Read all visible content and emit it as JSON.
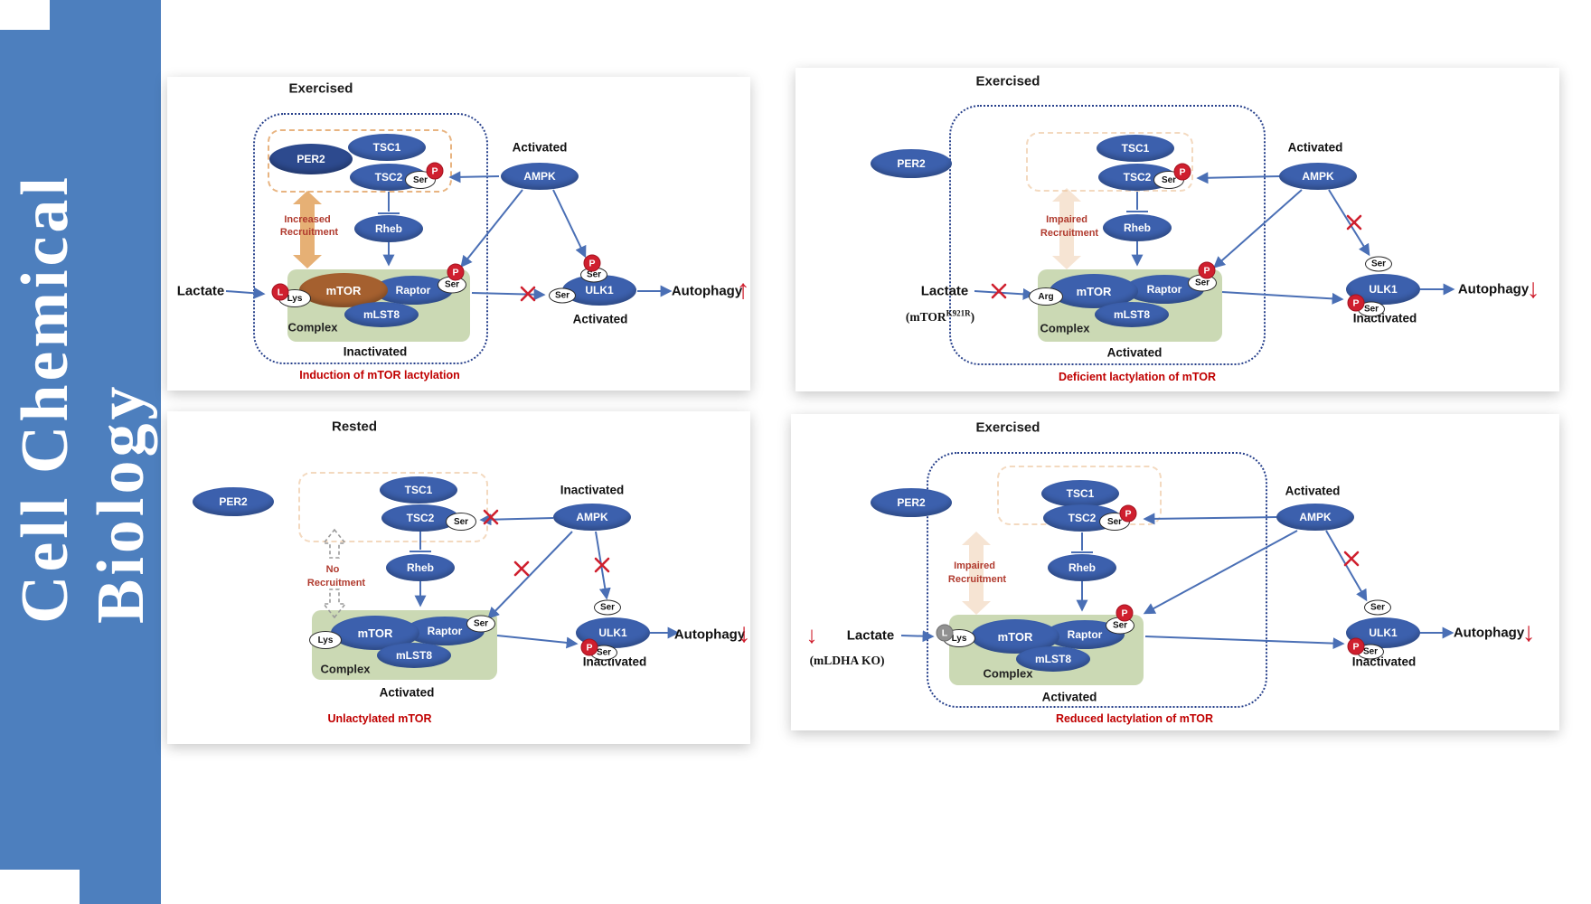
{
  "journal": {
    "line1": "Cell Chemical",
    "line2": "Biology"
  },
  "colors": {
    "band_blue": "#4d7fbe",
    "node_blue": "#3c60ad",
    "per2_dark_blue": "#2d4a8e",
    "mtor_brown": "#a5602f",
    "complex_green": "#cbd9b4",
    "phospho_red": "#cf1f2e",
    "caption_red": "#c00000",
    "arrow_blue": "#4a6fb5",
    "recruit_orange": "#e2a562"
  },
  "panels": [
    {
      "title": "Exercised",
      "per2": "PER2",
      "tsc1": "TSC1",
      "tsc2": "TSC2",
      "ampk": "AMPK",
      "ampk_state": "Activated",
      "rheb": "Rheb",
      "recruitment_line1": "Increased",
      "recruitment_line2": "Recruitment",
      "lactate": "Lactate",
      "l_badge": "L",
      "lys": "Lys",
      "mtor": "mTOR",
      "raptor": "Raptor",
      "mlst8": "mLST8",
      "complex": "Complex",
      "complex_state": "Inactivated",
      "ser": "Ser",
      "p": "P",
      "ulk1": "ULK1",
      "ulk1_state": "Activated",
      "autophagy": "Autophagy",
      "autophagy_arrow": "↑",
      "caption": "Induction of mTOR lactylation"
    },
    {
      "title": "Exercised",
      "per2": "PER2",
      "tsc1": "TSC1",
      "tsc2": "TSC2",
      "ampk": "AMPK",
      "ampk_state": "Activated",
      "rheb": "Rheb",
      "recruitment_line1": "Impaired",
      "recruitment_line2": "Recruitment",
      "lactate": "Lactate",
      "mutant_prefix": "(mTOR",
      "mutant_sup": "K921R",
      "mutant_suffix": ")",
      "arg": "Arg",
      "mtor": "mTOR",
      "raptor": "Raptor",
      "mlst8": "mLST8",
      "complex": "Complex",
      "complex_state": "Activated",
      "ser": "Ser",
      "p": "P",
      "ulk1": "ULK1",
      "ulk1_state": "Inactivated",
      "autophagy": "Autophagy",
      "autophagy_arrow": "↓",
      "caption": "Deficient lactylation of mTOR"
    },
    {
      "title": "Rested",
      "per2": "PER2",
      "tsc1": "TSC1",
      "tsc2": "TSC2",
      "ampk": "AMPK",
      "ampk_state": "Inactivated",
      "rheb": "Rheb",
      "recruitment_line1": "No",
      "recruitment_line2": "Recruitment",
      "lys": "Lys",
      "mtor": "mTOR",
      "raptor": "Raptor",
      "mlst8": "mLST8",
      "complex": "Complex",
      "complex_state": "Activated",
      "ser": "Ser",
      "p": "P",
      "ulk1": "ULK1",
      "ulk1_state": "Inactivated",
      "autophagy": "Autophagy",
      "autophagy_arrow": "↓",
      "caption": "Unlactylated mTOR"
    },
    {
      "title": "Exercised",
      "per2": "PER2",
      "tsc1": "TSC1",
      "tsc2": "TSC2",
      "ampk": "AMPK",
      "ampk_state": "Activated",
      "rheb": "Rheb",
      "recruitment_line1": "Impaired",
      "recruitment_line2": "Recruitment",
      "lactate": "Lactate",
      "lactate_arrow": "↓",
      "ko_note": "(mLDHA KO)",
      "l_badge": "L",
      "lys": "Lys",
      "mtor": "mTOR",
      "raptor": "Raptor",
      "mlst8": "mLST8",
      "complex": "Complex",
      "complex_state": "Activated",
      "ser": "Ser",
      "p": "P",
      "ulk1": "ULK1",
      "ulk1_state": "Inactivated",
      "autophagy": "Autophagy",
      "autophagy_arrow": "↓",
      "caption": "Reduced lactylation of mTOR"
    }
  ]
}
